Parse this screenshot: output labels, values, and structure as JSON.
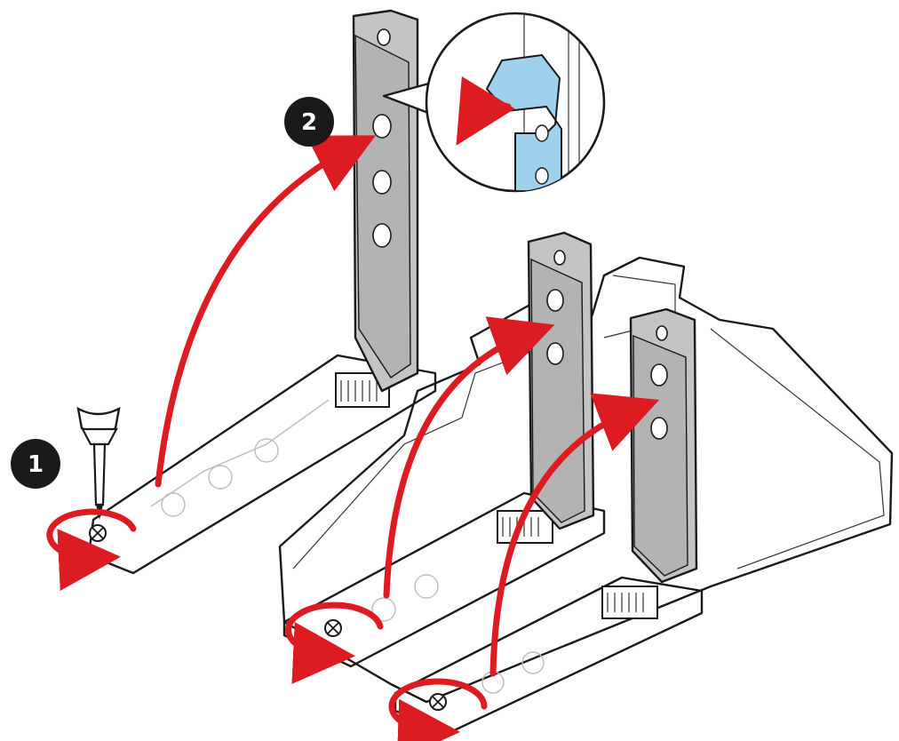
{
  "steps": [
    {
      "number": "1"
    },
    {
      "number": "2"
    }
  ],
  "colors": {
    "arrow": "#dd1c22",
    "bracket": "#b7b7b7",
    "bracket_face": "#c4c4c4",
    "latch": "#9fd1ec",
    "step_badge": "#1a1a1a",
    "outline": "#1a1a1a",
    "base_fill": "#ffffff"
  },
  "icons": {
    "screwdriver": "screwdriver-icon",
    "rotate": "rotate-arrow-icon",
    "lift": "lift-arrow-icon",
    "magnifier": "zoom-callout"
  }
}
